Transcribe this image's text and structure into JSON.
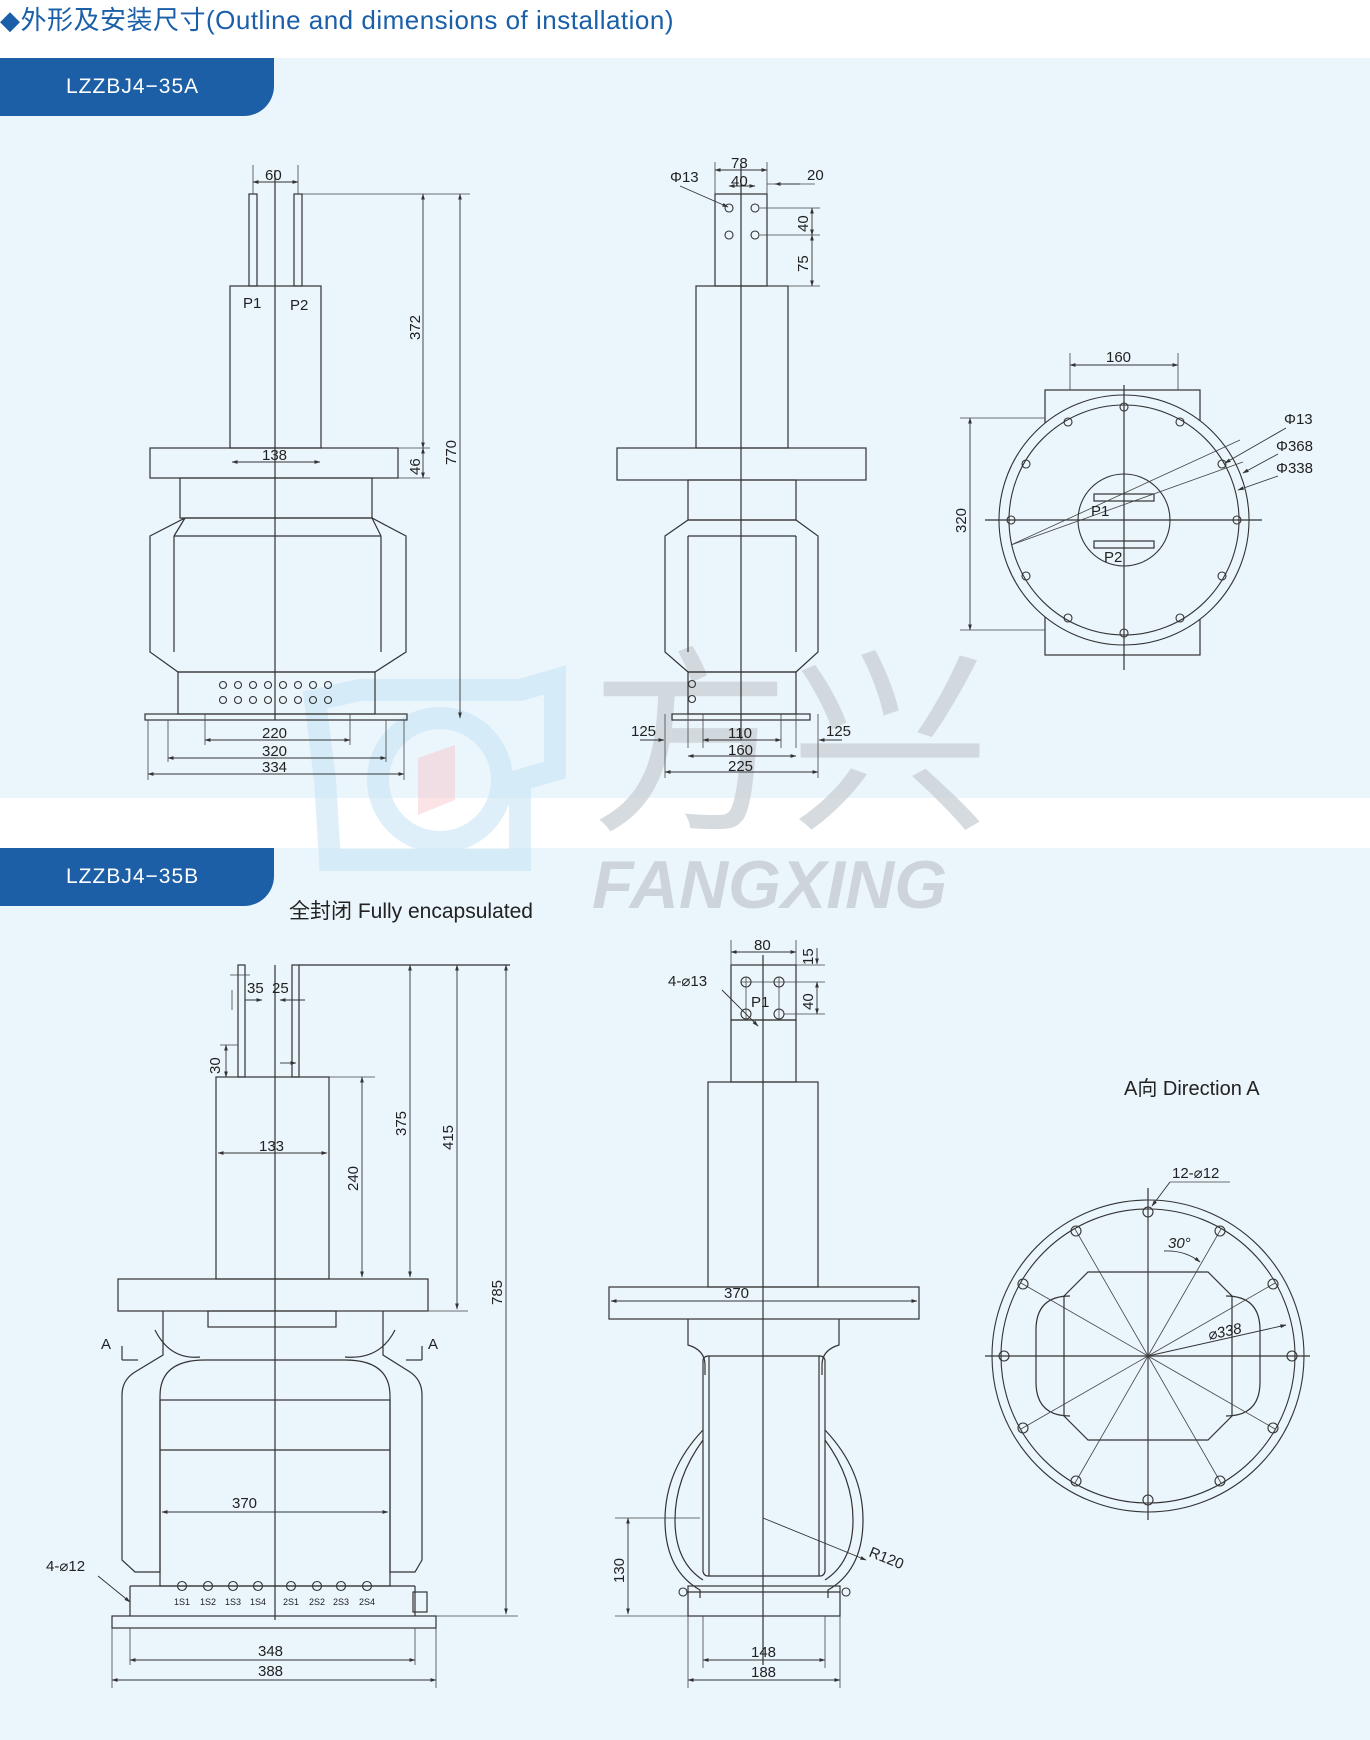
{
  "heading": "◆外形及安装尺寸(Outline and dimensions of installation)",
  "sections": [
    {
      "model": "LZZBJ4−35A"
    },
    {
      "model": "LZZBJ4−35B",
      "note": "全封闭 Fully encapsulated"
    }
  ],
  "watermark": {
    "brand_cn": "方兴",
    "brand_en": "FANGXING"
  },
  "a": {
    "front": {
      "d60": "60",
      "p1": "P1",
      "p2": "P2",
      "d372": "372",
      "d770": "770",
      "d46": "46",
      "d138": "138",
      "d220": "220",
      "d320": "320",
      "d334": "334"
    },
    "side": {
      "phi13": "Φ13",
      "d78": "78",
      "d40a": "40",
      "d20": "20",
      "d40b": "40",
      "d75": "75",
      "d125l": "125",
      "d125r": "125",
      "d110": "110",
      "d160": "160",
      "d225": "225"
    },
    "bottom": {
      "d160": "160",
      "phi13": "Φ13",
      "phi368": "Φ368",
      "phi338": "Φ338",
      "d320": "320",
      "p1": "P1",
      "p2": "P2"
    }
  },
  "b": {
    "front": {
      "d35": "35",
      "d25": "25",
      "d30": "30",
      "d133": "133",
      "d240": "240",
      "d375": "375",
      "d415": "415",
      "d785": "785",
      "markA1": "A",
      "markA2": "A",
      "d370": "370",
      "holes": "4-⌀12",
      "d348": "348",
      "d388": "388",
      "t1": "1S1",
      "t2": "1S2",
      "t3": "1S3",
      "t4": "1S4",
      "t5": "2S1",
      "t6": "2S2",
      "t7": "2S3",
      "t8": "2S4"
    },
    "side": {
      "d80": "80",
      "d15": "15",
      "holes": "4-⌀13",
      "p1": "P1",
      "d40": "40",
      "d370": "370",
      "d130": "130",
      "r120": "R120",
      "d148": "148",
      "d188": "188"
    },
    "view": {
      "title": "A向  Direction A",
      "holes": "12-⌀12",
      "ang": "30°",
      "dia": "⌀338"
    }
  }
}
